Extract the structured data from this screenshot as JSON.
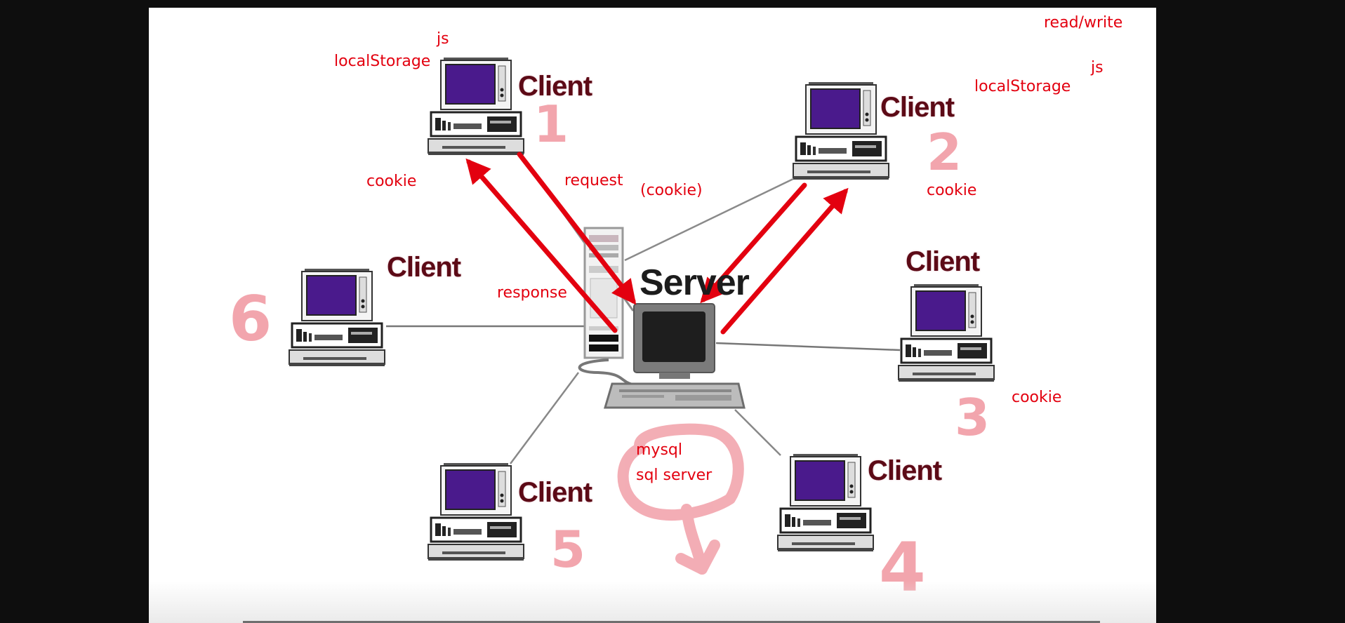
{
  "diagram": {
    "server": {
      "label": "Server"
    },
    "clients": [
      {
        "id": 1,
        "label": "Client",
        "number": "1"
      },
      {
        "id": 2,
        "label": "Client",
        "number": "2"
      },
      {
        "id": 3,
        "label": "Client",
        "number": "3"
      },
      {
        "id": 4,
        "label": "Client",
        "number": "4"
      },
      {
        "id": 5,
        "label": "Client",
        "number": "5"
      },
      {
        "id": 6,
        "label": "Client",
        "number": "6"
      }
    ],
    "annotations": {
      "read_write": "read/write",
      "js_left": "js",
      "localstorage_left": "localStorage",
      "js_right": "js",
      "localstorage_right": "localStorage",
      "cookie_client1": "cookie",
      "request": "request",
      "request_cookie": "(cookie)",
      "response": "response",
      "cookie_client2": "cookie",
      "cookie_client3": "cookie",
      "db_line1": "mysql",
      "db_line2": "sql server"
    },
    "arrows": [
      {
        "name": "request-arrow-client1",
        "from": "client-1",
        "to": "server"
      },
      {
        "name": "response-arrow-client1",
        "from": "server",
        "to": "client-1"
      },
      {
        "name": "request-arrow-client2",
        "from": "client-2",
        "to": "server"
      },
      {
        "name": "response-arrow-client2",
        "from": "server",
        "to": "client-2"
      }
    ],
    "colors": {
      "annotation_red": "#e3000f",
      "highlight_pink": "#f2a5ad",
      "client_label": "#5c0a16",
      "screen_purple": "#4a1a8c"
    }
  }
}
